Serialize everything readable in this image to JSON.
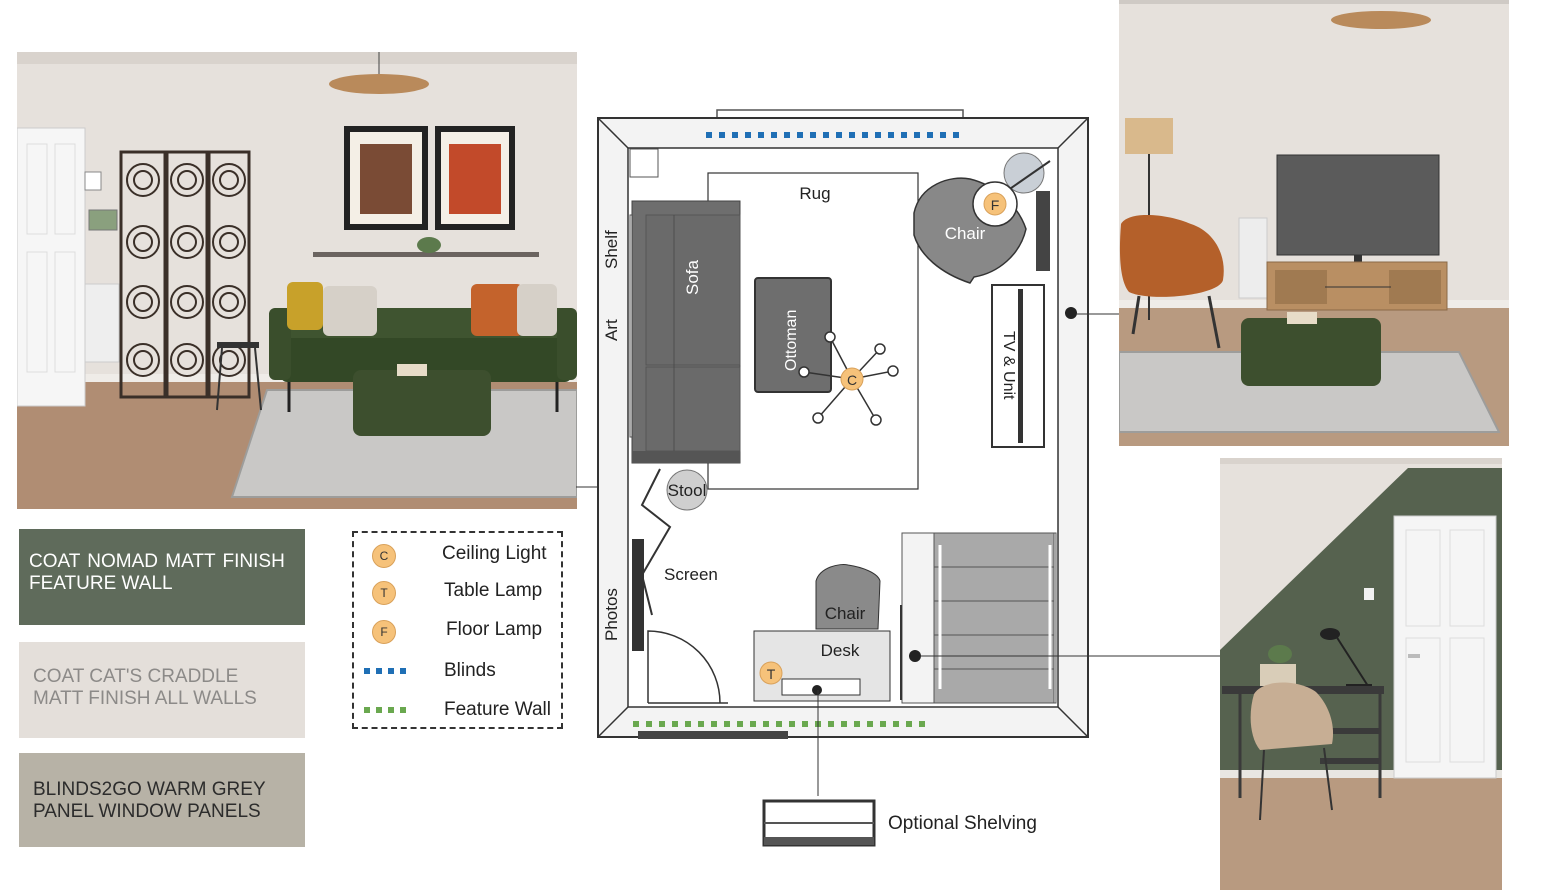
{
  "swatches": [
    {
      "line1": "COAT NOMAD MATT FINISH",
      "line2": "FEATURE WALL",
      "bg": "#5f6b5b",
      "fg": "#ffffff"
    },
    {
      "line1": "COAT CAT'S CRADDLE",
      "line2": "MATT FINISH ALL WALLS",
      "bg": "#e4dfda",
      "fg": "#8c8a88"
    },
    {
      "line1": "BLINDS2GO WARM GREY",
      "line2": "PANEL WINDOW PANELS",
      "bg": "#b7b2a6",
      "fg": "#2c2c2c"
    }
  ],
  "legend": [
    {
      "badge": "C",
      "label": "Ceiling Light"
    },
    {
      "badge": "T",
      "label": "Table Lamp"
    },
    {
      "badge": "F",
      "label": "Floor Lamp"
    },
    {
      "dots": "blinds",
      "label": "Blinds"
    },
    {
      "dots": "feature",
      "label": "Feature Wall"
    }
  ],
  "colors": {
    "blinds": "#1f6fb5",
    "feature_wall": "#6aa84f",
    "furniture": "#6e6e6e",
    "badge": "#f6c27a",
    "wall_green": "#56624f",
    "wall_beige": "#e6e1dc"
  },
  "plan": {
    "rug": "Rug",
    "sofa": "Sofa",
    "shelf": "Shelf",
    "art": "Art",
    "ottoman": "Ottoman",
    "chair_top": "Chair",
    "tv": "TV & Unit",
    "stool": "Stool",
    "screen": "Screen",
    "photos": "Photos",
    "chair_desk": "Chair",
    "desk": "Desk",
    "badge_c": "C",
    "badge_f": "F",
    "badge_t": "T"
  },
  "optional_shelving": "Optional Shelving"
}
